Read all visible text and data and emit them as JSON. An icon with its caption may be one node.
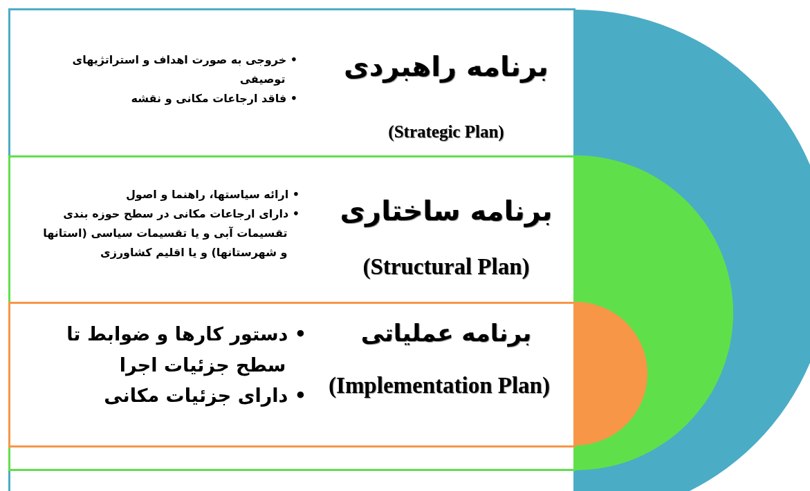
{
  "diagram": {
    "nodes": [
      {
        "text": [
          "برنامه راهبردی",
          "(Strategic Plan)",
          "• خروجی به صورت اهداف و استراتژیهای توصیفی",
          "• فاقد ارجاعات مکانی و نقشه"
        ]
      },
      {
        "text": [
          "برنامه ساختاری",
          "(Structural Plan)",
          "• ارائه سیاستها، راهنما و اصول",
          "• دارای ارجاعات مکانی در سطح حوزه بندی تقسیمات آبی و یا تقسیمات سیاسی (استانها و شهرستانها) و یا اقلیم کشاورزی"
        ],
        "in": 0
      },
      {
        "text": [
          "برنامه عملیاتی",
          "(Implementation Plan)",
          "• دستور کارها و ضوابط تا سطح جزئیات اجرا",
          "• دارای جزئیات مکانی"
        ],
        "in": 1
      }
    ]
  }
}
